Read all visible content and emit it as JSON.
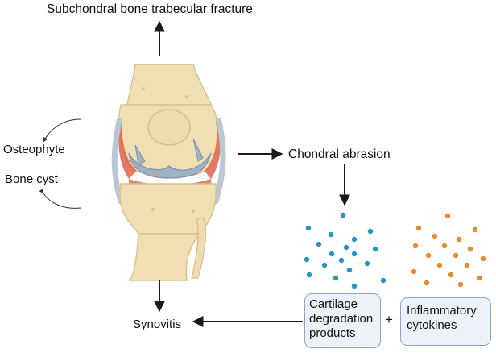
{
  "labels": {
    "top": "Subchondral bone trabecular fracture",
    "osteophyte": "Osteophyte",
    "bone_cyst": "Bone cyst",
    "chondral": "Chondral abrasion",
    "synovitis": "Synovitis",
    "plus": "+"
  },
  "boxes": {
    "cartilage": [
      "Cartilage",
      "degradation",
      "products"
    ],
    "cytokines": [
      "Inflammatory",
      "cytokines"
    ]
  },
  "colors": {
    "blue_dot": "#2a93c6",
    "orange_dot": "#e68a2e",
    "bone": "#f0dfb3",
    "cartilage_grey": "#9fb1c3",
    "inflammation": "#e0614c",
    "arrow": "#1a1a1a"
  },
  "icons": {
    "knee": "knee-joint-illustration"
  }
}
